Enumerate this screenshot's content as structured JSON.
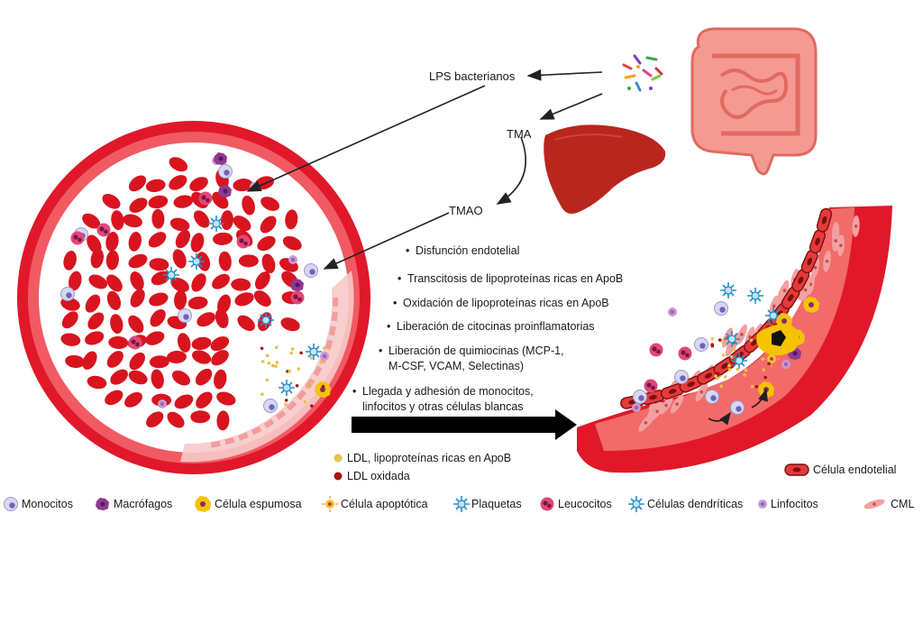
{
  "colors": {
    "vessel_outer": "#e0182a",
    "vessel_inner": "#f04a55",
    "rbc": "#d8141f",
    "liver": "#b8261e",
    "intestine": "#f08a80",
    "foam": "#f5c400",
    "ldl": "#e8c24a",
    "ldl_ox": "#a8160f",
    "dendritic": "#3aa0d8",
    "monocyte": "#c8c8ea",
    "leukocyte": "#d8326e",
    "lymphocyte": "#c89ad4",
    "macrophage": "#8e3a90"
  },
  "labels": {
    "lps": "LPS bacterianos",
    "tma": "TMA",
    "tmao": "TMAO"
  },
  "effects": [
    "Disfunción endotelial",
    "Transcitosis de lipoproteínas ricas en ApoB",
    "Oxidación de lipoproteínas ricas en ApoB",
    "Liberación de citocinas proinflamatorias",
    "Liberación de quimiocinas (MCP-1,",
    "M-CSF, VCAM, Selectinas)",
    "Llegada y adhesión de monocitos,",
    "linfocitos y otras células blancas"
  ],
  "legend_ldl": {
    "ldl": "LDL, lipoproteínas ricas en ApoB",
    "ldl_ox": "LDL oxidada",
    "endothelial": "Célula endotelial"
  },
  "legend_cells": [
    {
      "icon": "monocyte-icon",
      "label": "Monocitos"
    },
    {
      "icon": "macrophage-icon",
      "label": "Macrófagos"
    },
    {
      "icon": "foam-cell-icon",
      "label": "Célula espumosa"
    },
    {
      "icon": "apoptotic-cell-icon",
      "label": "Célula apoptótica"
    },
    {
      "icon": "platelet-icon",
      "label": "Plaquetas"
    },
    {
      "icon": "leukocyte-icon",
      "label": "Leucocitos"
    },
    {
      "icon": "dendritic-cell-icon",
      "label": "Células dendríticas"
    },
    {
      "icon": "lymphocyte-icon",
      "label": "Linfocitos"
    },
    {
      "icon": "smooth-muscle-cell-icon",
      "label": "CML"
    }
  ]
}
